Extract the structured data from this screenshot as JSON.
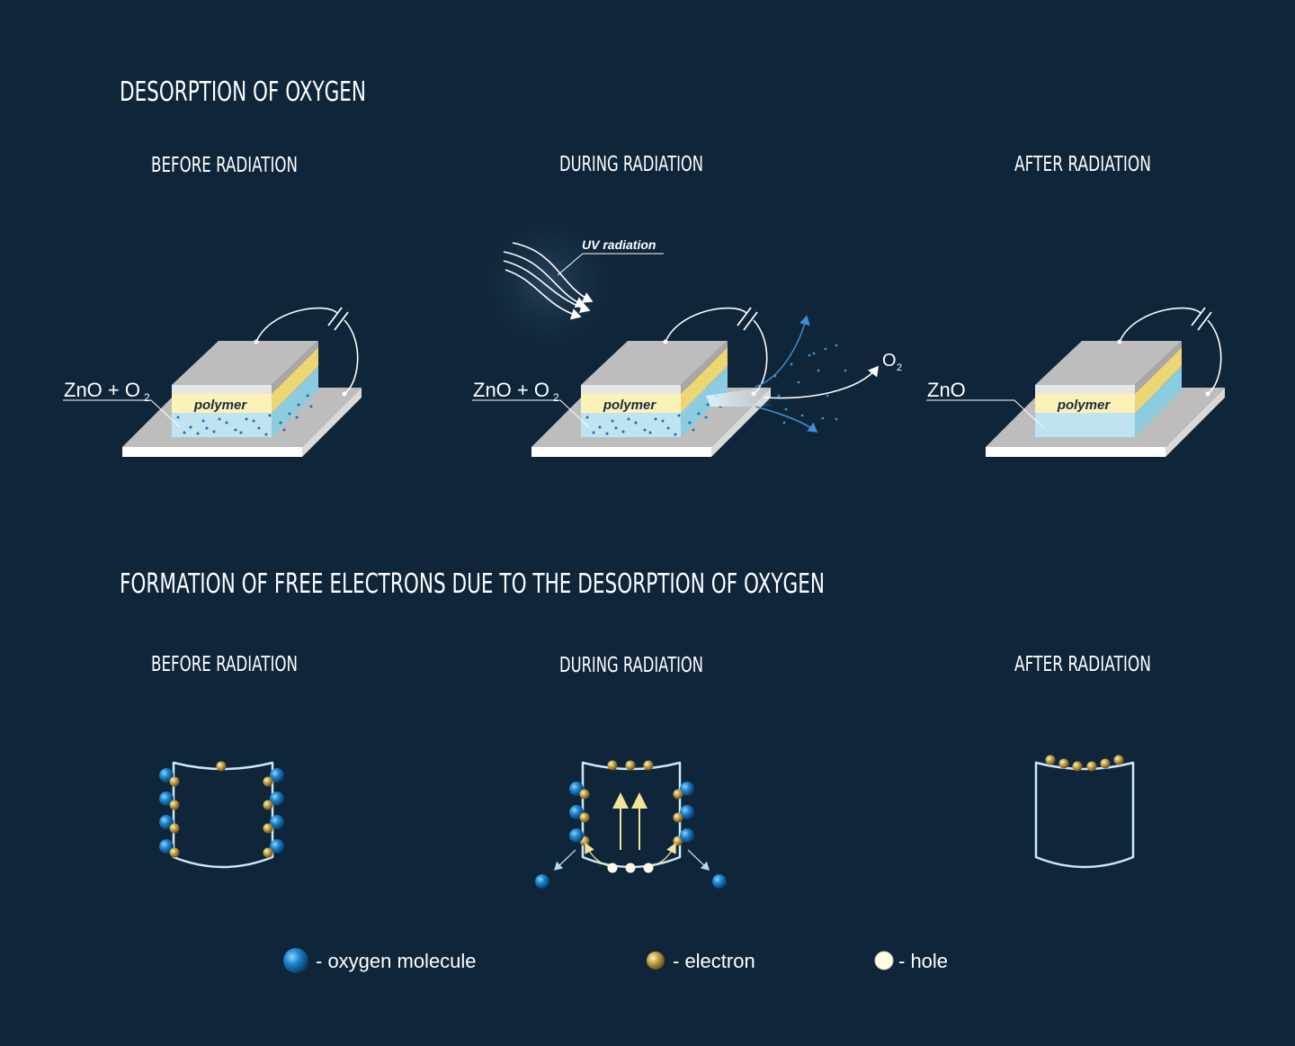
{
  "section1": {
    "title": "DESORPTION OF OXYGEN",
    "panels": [
      {
        "heading": "BEFORE RADIATION",
        "label": "ZnO + O",
        "sub": "2",
        "layer": "polymer"
      },
      {
        "heading": "DURING RADIATION",
        "label": "ZnO + O",
        "sub": "2",
        "layer": "polymer",
        "uv": "UV radiation",
        "o2": "O",
        "o2sub": "2"
      },
      {
        "heading": "AFTER RADIATION",
        "label": "ZnO",
        "layer": "polymer"
      }
    ]
  },
  "section2": {
    "title": "FORMATION OF FREE ELECTRONS DUE TO THE DESORPTION OF OXYGEN",
    "panels": [
      {
        "heading": "BEFORE RADIATION"
      },
      {
        "heading": "DURING RADIATION"
      },
      {
        "heading": "AFTER RADIATION"
      }
    ]
  },
  "legend": {
    "oxygen": "- oxygen molecule",
    "electron": "- electron",
    "hole": "- hole"
  },
  "colors": {
    "background": "#0f2539",
    "oxygen": "#1e7fc4",
    "electron": "#c9a84c",
    "hole": "#fffbe6",
    "polymer": "#fbf2b8",
    "zno": "#bfe3f0",
    "electrode": "#c8c8c8"
  }
}
